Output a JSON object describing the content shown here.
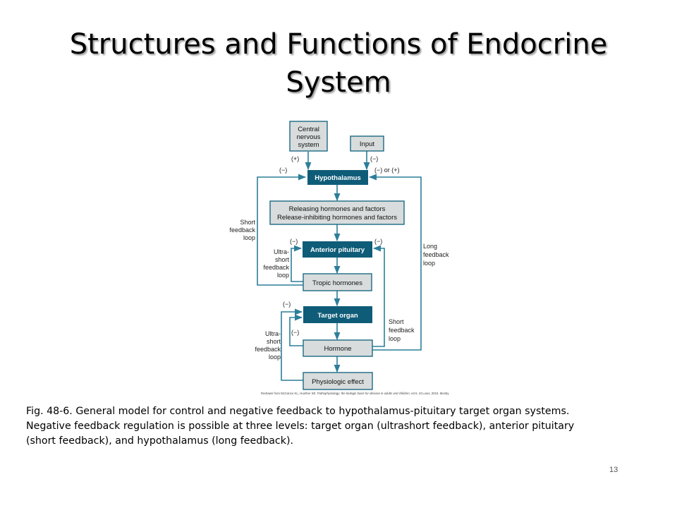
{
  "slide": {
    "title_line1": "Structures and Functions of Endocrine",
    "title_line2": "System",
    "page_number": "13"
  },
  "diagram": {
    "boxes": {
      "cns": [
        "Central",
        "nervous",
        "system"
      ],
      "input": "Input",
      "hypothalamus": "Hypothalamus",
      "releasing": [
        "Releasing hormones and factors",
        "Release-inhibiting hormones and factors"
      ],
      "anterior_pituitary": "Anterior pituitary",
      "tropic_hormones": "Tropic hormones",
      "target_organ": "Target organ",
      "hormone": "Hormone",
      "physiologic_effect": "Physiologic effect"
    },
    "signs": {
      "cns_plus": "(+)",
      "input_minus": "(−)",
      "hypo_left_minus": "(−)",
      "hypo_right": "(−) or (+)",
      "ant_left_minus": "(−)",
      "ant_right_minus": "(−)",
      "target_top_minus": "(−)",
      "target_inner_minus": "(−)"
    },
    "loop_labels": {
      "short_left": [
        "Short",
        "feedback",
        "loop"
      ],
      "ultra_short_upper": [
        "Ultra-",
        "short",
        "feedback",
        "loop"
      ],
      "long": [
        "Long",
        "feedback",
        "loop"
      ],
      "ultra_short_lower": [
        "Ultra-",
        "short",
        "feedback",
        "loop"
      ],
      "short_right": [
        "Short",
        "feedback",
        "loop"
      ]
    },
    "credit_prefix": "Redrawn from McCance KL, Huether SE:",
    "credit_title": "Pathophysiology: the biologic basis for disease in adults and children,",
    "credit_suffix": "ed 6, St Louis, 2010, Mosby."
  },
  "caption": {
    "line1": "Fig. 48-6. General model for control and negative feedback to hypothalamus-pituitary target organ systems.",
    "line2": "Negative feedback regulation is possible at three levels: target organ (ultrashort feedback), anterior pituitary",
    "line3": "(short feedback), and hypothalamus (long feedback)."
  },
  "colors": {
    "dark_box": "#0f5c78",
    "light_box": "#d9dcdc",
    "light_box_border": "#1b6a84",
    "arrow": "#2c7e99"
  }
}
